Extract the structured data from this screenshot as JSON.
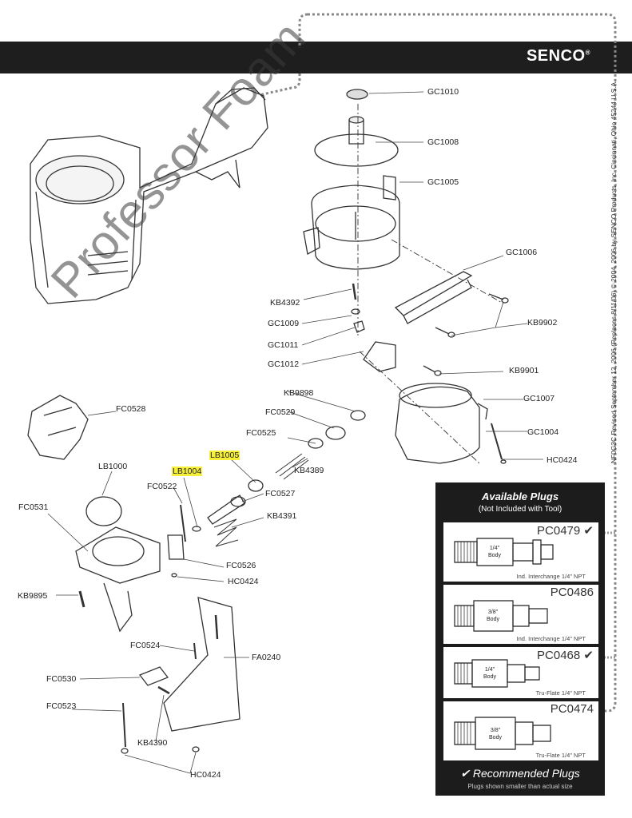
{
  "header": {
    "brand": "SENCO",
    "brand_mark": "®"
  },
  "side_note": "NF0G3C Revised September 12, 2006 (Replaces 8/11/06) © 2004, 2006 by SENCO Products, Inc. Cincinnati, Ohio 45244 U.S.A.",
  "watermark": "Professor Foam",
  "parts": {
    "gc1010": "GC1010",
    "gc1008": "GC1008",
    "gc1005": "GC1005",
    "gc1006": "GC1006",
    "kb4392": "KB4392",
    "kb9902": "KB9902",
    "gc1009": "GC1009",
    "gc1011": "GC1011",
    "gc1012": "GC1012",
    "kb9901": "KB9901",
    "kb9898": "KB9898",
    "gc1007": "GC1007",
    "fc0528": "FC0528",
    "fc0529": "FC0529",
    "fc0525": "FC0525",
    "gc1004": "GC1004",
    "lb1005": "LB1005",
    "kb4389": "KB4389",
    "hc0424_a": "HC0424",
    "lb1000": "LB1000",
    "lb1004": "LB1004",
    "fc0522": "FC0522",
    "fc0527": "FC0527",
    "fc0531": "FC0531",
    "kb4391": "KB4391",
    "fc0526": "FC0526",
    "hc0424_b": "HC0424",
    "kb9895": "KB9895",
    "fc0524": "FC0524",
    "fa0240": "FA0240",
    "fc0530": "FC0530",
    "fc0523": "FC0523",
    "kb4390": "KB4390",
    "hc0424_c": "HC0424"
  },
  "plugs": {
    "title": "Available Plugs",
    "subtitle": "(Not Included with Tool)",
    "items": [
      {
        "code": "PC0479",
        "check": "✔",
        "size": "1/4\"",
        "body": "Body",
        "desc": "Ind. Interchange 1/4\" NPT"
      },
      {
        "code": "PC0486",
        "check": "",
        "size": "3/8\"",
        "body": "Body",
        "desc": "Ind. Interchange 1/4\" NPT"
      },
      {
        "code": "PC0468",
        "check": "✔",
        "size": "1/4\"",
        "body": "Body",
        "desc": "Tru-Flate 1/4\" NPT"
      },
      {
        "code": "PC0474",
        "check": "",
        "size": "3/8\"",
        "body": "Body",
        "desc": "Tru-Flate 1/4\" NPT"
      }
    ],
    "recommended": "✔ Recommended Plugs",
    "note": "Plugs shown smaller than actual size"
  }
}
